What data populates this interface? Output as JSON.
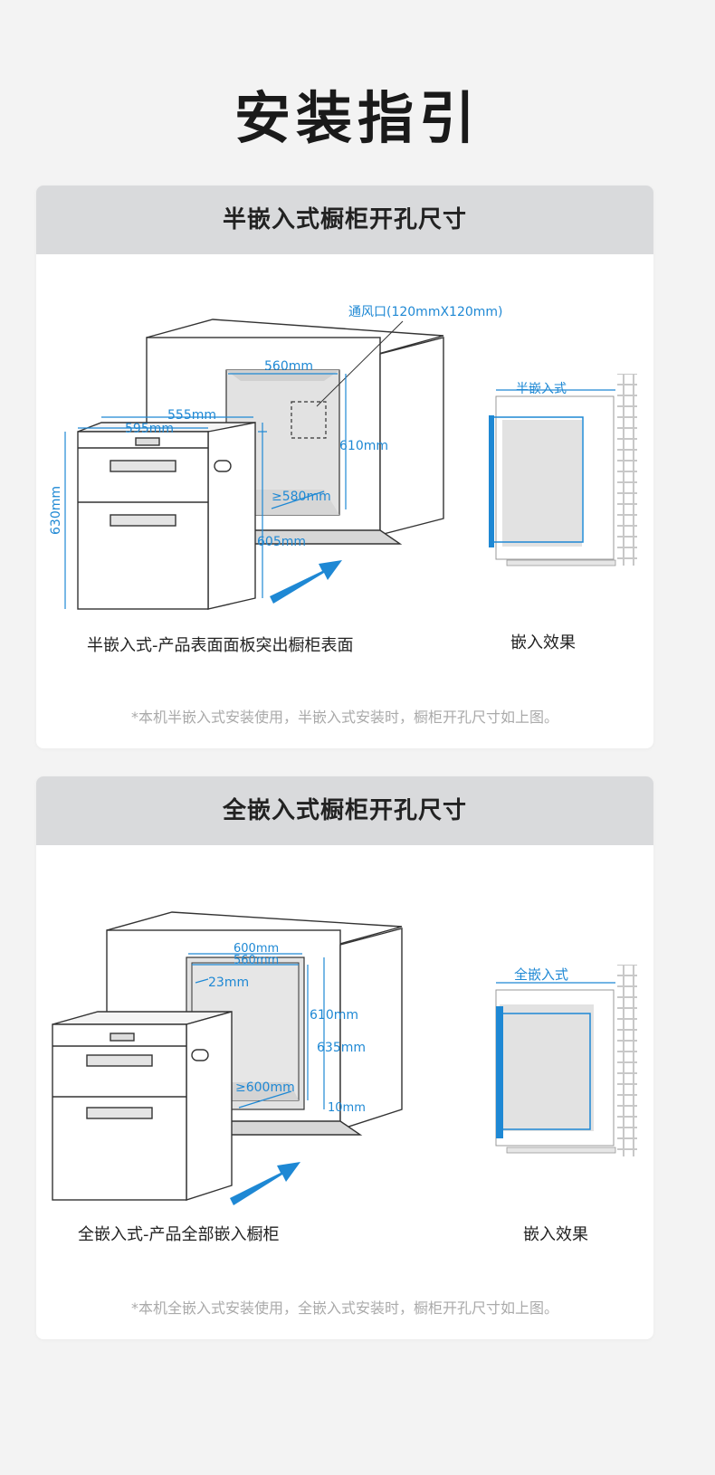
{
  "page": {
    "title": "安装指引"
  },
  "colors": {
    "accent": "#1e88d4",
    "header_bg": "#d9dadc",
    "note": "#aaaaaa"
  },
  "semi": {
    "heading": "半嵌入式橱柜开孔尺寸",
    "vent_label": "通风口(120mmX120mm)",
    "dims": {
      "w560": "560mm",
      "w555": "555mm",
      "w595": "595mm",
      "h610": "610mm",
      "d580": "≥580mm",
      "h605": "605mm",
      "h630": "630mm"
    },
    "effect_label": "半嵌入式",
    "caption_left": "半嵌入式-产品表面面板突出橱柜表面",
    "caption_right": "嵌入效果",
    "note": "*本机半嵌入式安装使用，半嵌入式安装时，橱柜开孔尺寸如上图。"
  },
  "full": {
    "heading": "全嵌入式橱柜开孔尺寸",
    "dims": {
      "w600": "600mm",
      "w560": "560mm",
      "g23": "23mm",
      "h610": "610mm",
      "h635": "635mm",
      "d600": "≥600mm",
      "h10": "10mm"
    },
    "effect_label": "全嵌入式",
    "caption_left": "全嵌入式-产品全部嵌入橱柜",
    "caption_right": "嵌入效果",
    "note": "*本机全嵌入式安装使用，全嵌入式安装时，橱柜开孔尺寸如上图。"
  }
}
